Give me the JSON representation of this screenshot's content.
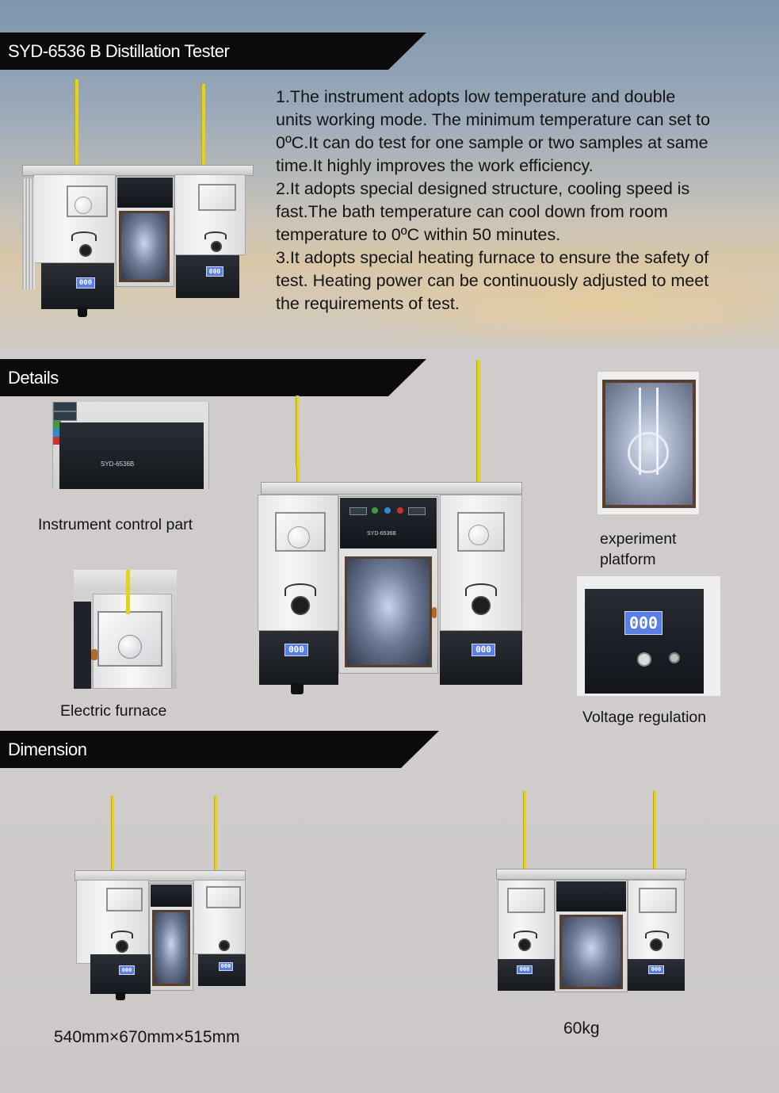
{
  "sections": {
    "product_title": "SYD-6536 B Distillation Tester",
    "details_title": "Details",
    "dimension_title": "Dimension"
  },
  "intro": {
    "lines": [
      "1.The instrument adopts low temperature and double",
      "units working mode. The minimum temperature can set to",
      "0ºC.It can do test for one sample or two samples at same",
      "time.It highly improves the work efficiency.",
      "2.It adopts special designed structure, cooling speed is",
      "fast.The bath temperature can cool down from room",
      "temperature to 0ºC within 50 minutes.",
      "3.It adopts special heating furnace to ensure the safety of",
      "test. Heating power can be continuously adjusted to meet",
      "the requirements of test."
    ]
  },
  "details": {
    "control_caption": "Instrument control part",
    "furnace_caption": "Electric furnace",
    "platform_caption_1": "experiment",
    "platform_caption_2": "platform",
    "voltage_caption": "Voltage regulation"
  },
  "dimension": {
    "size": "540mm×670mm×515mm",
    "weight": "60kg"
  },
  "instrument": {
    "lcd_value": "000",
    "model_label": "SYD-6536B"
  }
}
